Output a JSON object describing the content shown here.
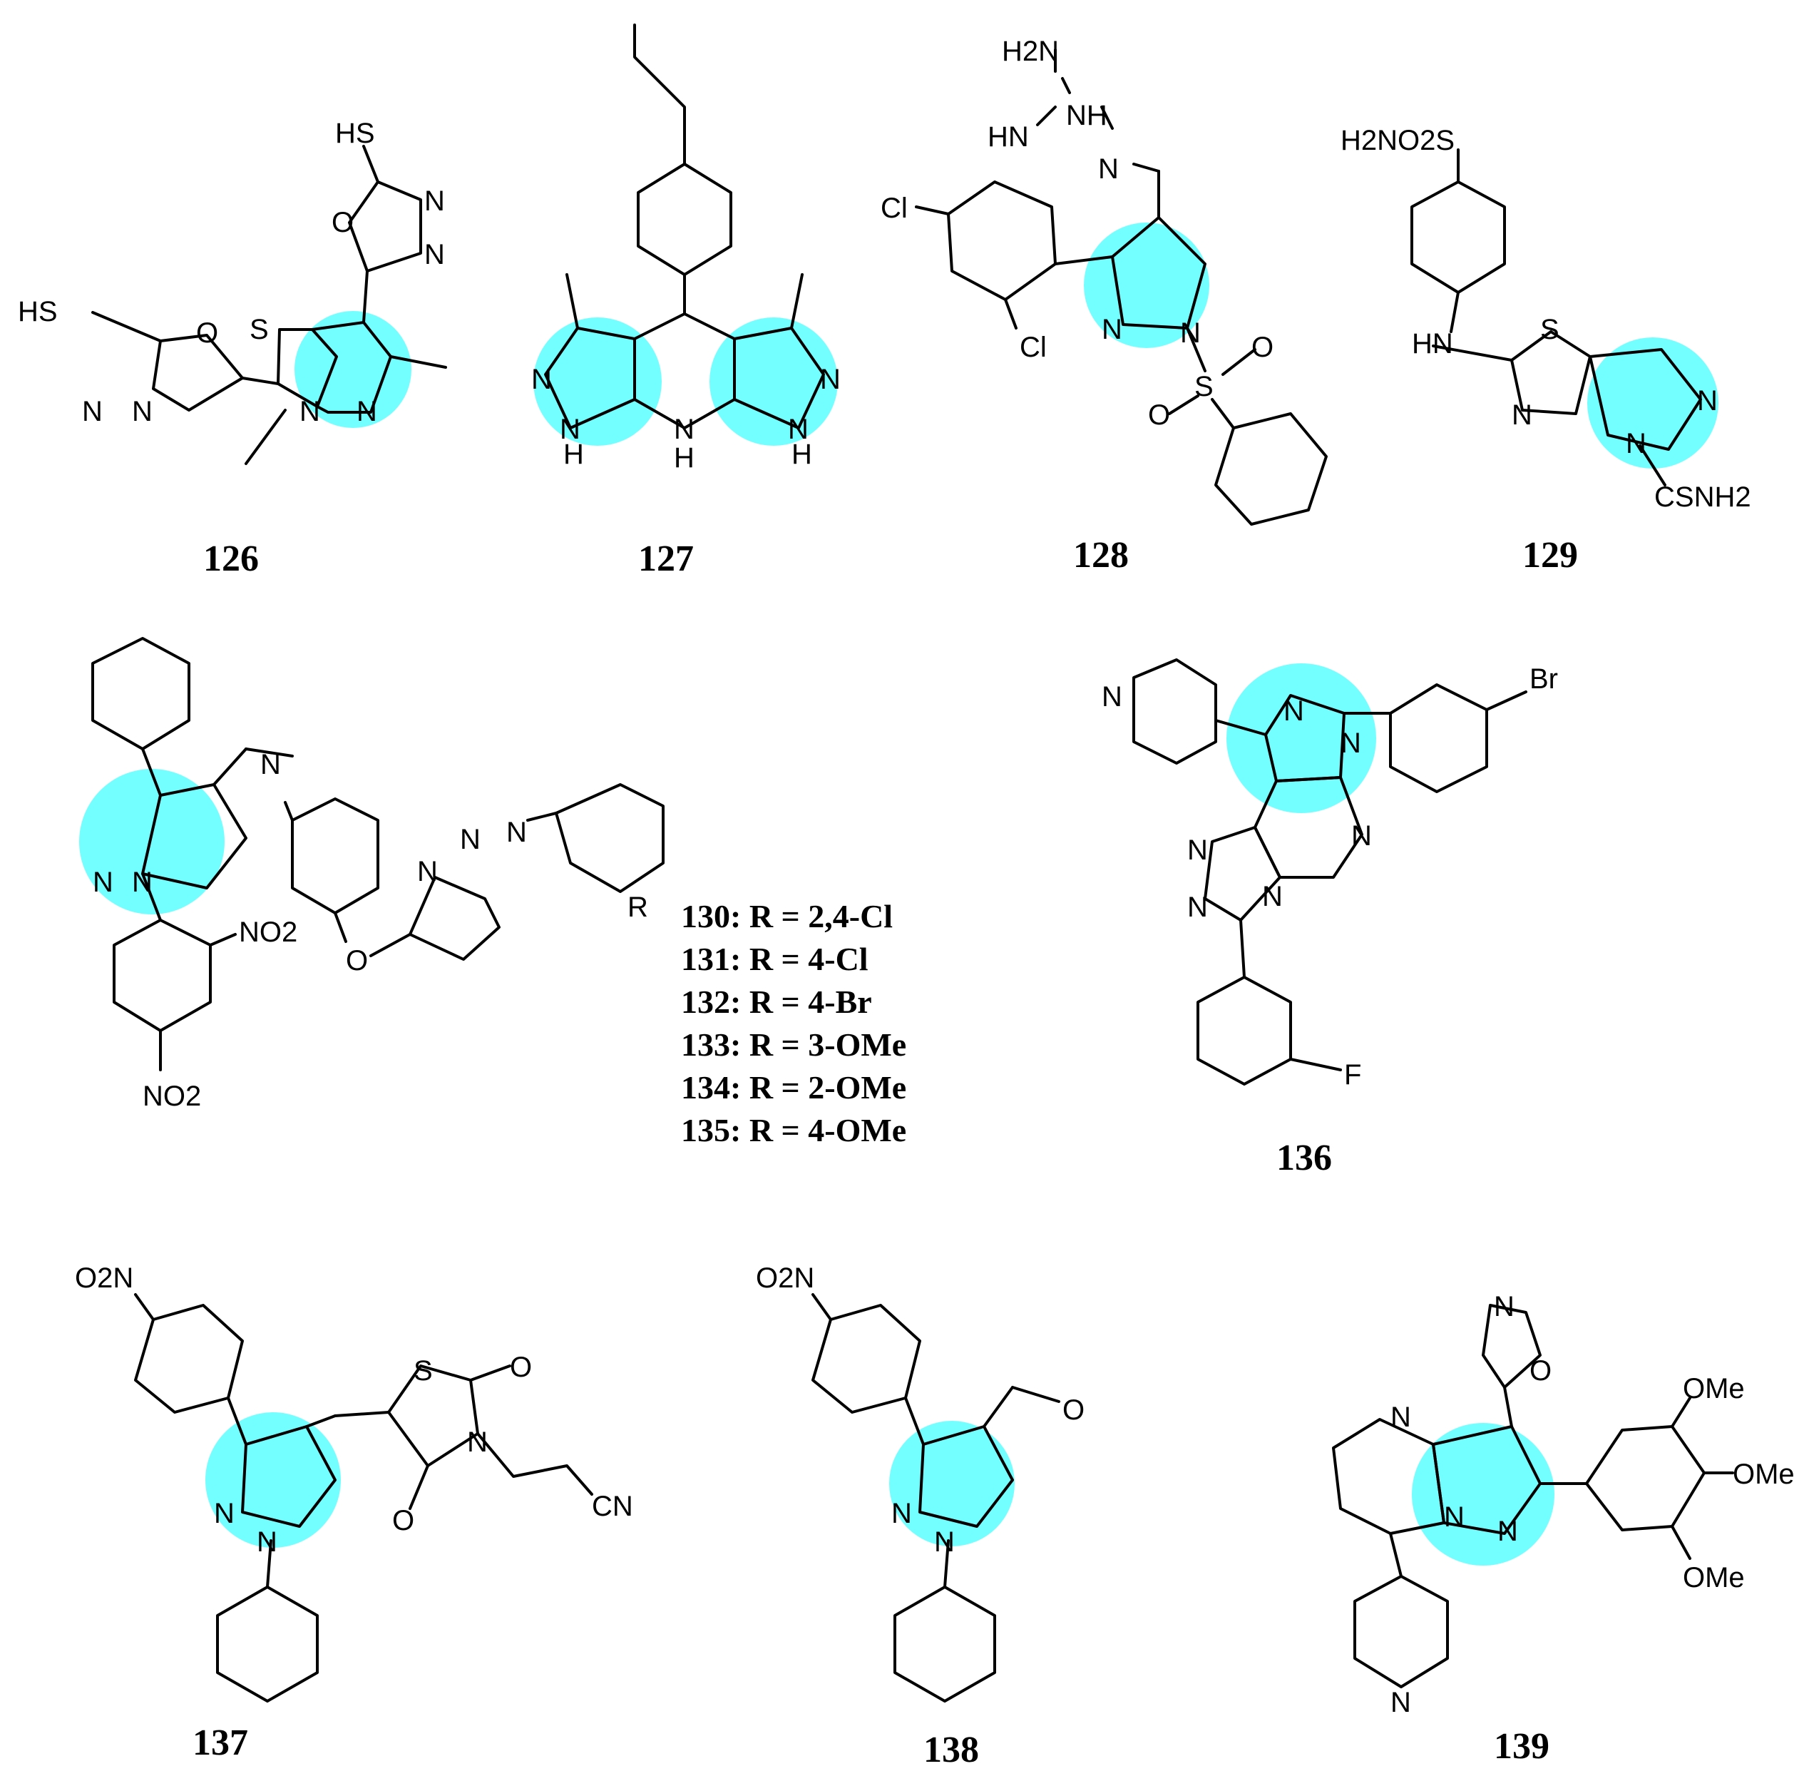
{
  "compounds": [
    {
      "id": "126"
    },
    {
      "id": "127"
    },
    {
      "id": "128"
    },
    {
      "id": "129"
    },
    {
      "id": "130-135"
    },
    {
      "id": "136"
    },
    {
      "id": "137"
    },
    {
      "id": "138"
    },
    {
      "id": "139"
    }
  ],
  "labels": {
    "c126": "126",
    "c127": "127",
    "c128": "128",
    "c129": "129",
    "c136": "136",
    "c137": "137",
    "c138": "138",
    "c139": "139"
  },
  "r_table": [
    "130: R = 2,4-Cl",
    "131: R = 4-Cl",
    "132: R = 4-Br",
    "133: R = 3-OMe",
    "134: R = 2-OMe",
    "135: R = 4-OMe"
  ],
  "atoms": {
    "c126": {
      "sh_top": "HS",
      "sh_left": "HS",
      "o1": "O",
      "o2": "O",
      "s": "S",
      "n": "N"
    },
    "c127": {
      "n": "N",
      "h": "H"
    },
    "c128": {
      "h2n": "H2N",
      "nh": "NH",
      "hn": "HN",
      "n": "N",
      "cl": "Cl",
      "s": "S",
      "o": "O"
    },
    "c129": {
      "sulfonamide": "H2NO2S",
      "hn": "HN",
      "s": "S",
      "n": "N",
      "csnh2": "CSNH2"
    },
    "c130": {
      "no2": "NO2",
      "n": "N",
      "o": "O",
      "r": "R"
    },
    "c136": {
      "n": "N",
      "br": "Br",
      "f": "F"
    },
    "c137": {
      "o2n": "O2N",
      "s": "S",
      "o": "O",
      "n": "N",
      "cn": "CN"
    },
    "c138": {
      "o2n": "O2N",
      "o": "O",
      "n": "N"
    },
    "c139": {
      "n": "N",
      "o": "O",
      "ome": "OMe"
    }
  },
  "highlight_color": "#00ffff"
}
